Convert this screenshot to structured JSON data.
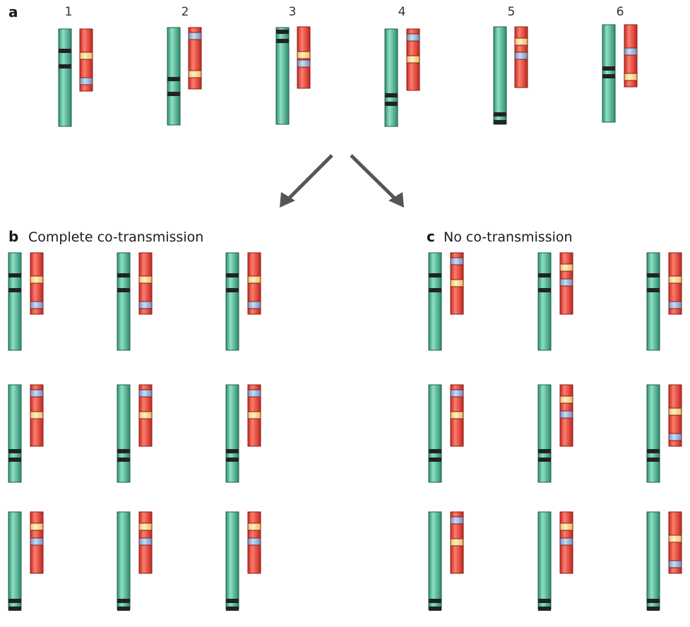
{
  "panels": {
    "a": {
      "letter": "a",
      "numbers": [
        "1",
        "2",
        "3",
        "4",
        "5",
        "6"
      ]
    },
    "b": {
      "letter": "b",
      "title": "Complete co-transmission"
    },
    "c": {
      "letter": "c",
      "title": "No co-transmission"
    }
  },
  "colors": {
    "green_chromosome": "#4fb89a",
    "red_chromosome": "#e8453a",
    "dark_band": "#222222",
    "yellow_band": "#f7d98a",
    "blue_band": "#8fb5e0",
    "arrow": "#555555"
  }
}
